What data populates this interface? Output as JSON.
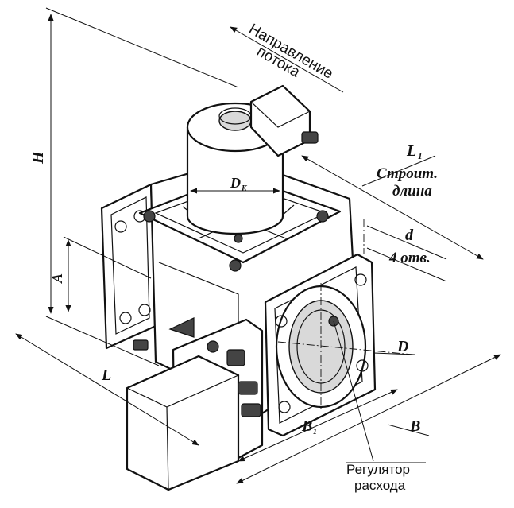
{
  "labels": {
    "flow_direction_line1": "Направление",
    "flow_direction_line2": "потока",
    "H": "H",
    "A": "A",
    "L": "L",
    "L1": "L",
    "L1_sub": "1",
    "build_length_line1": "Строит.",
    "build_length_line2": "длина",
    "Dk": "D",
    "Dk_sub": "K",
    "d": "d",
    "holes": "4 отв.",
    "D": "D",
    "B": "B",
    "B1": "B",
    "B1_sub": "1",
    "regulator_line1": "Регулятор",
    "regulator_line2": "расхода"
  }
}
